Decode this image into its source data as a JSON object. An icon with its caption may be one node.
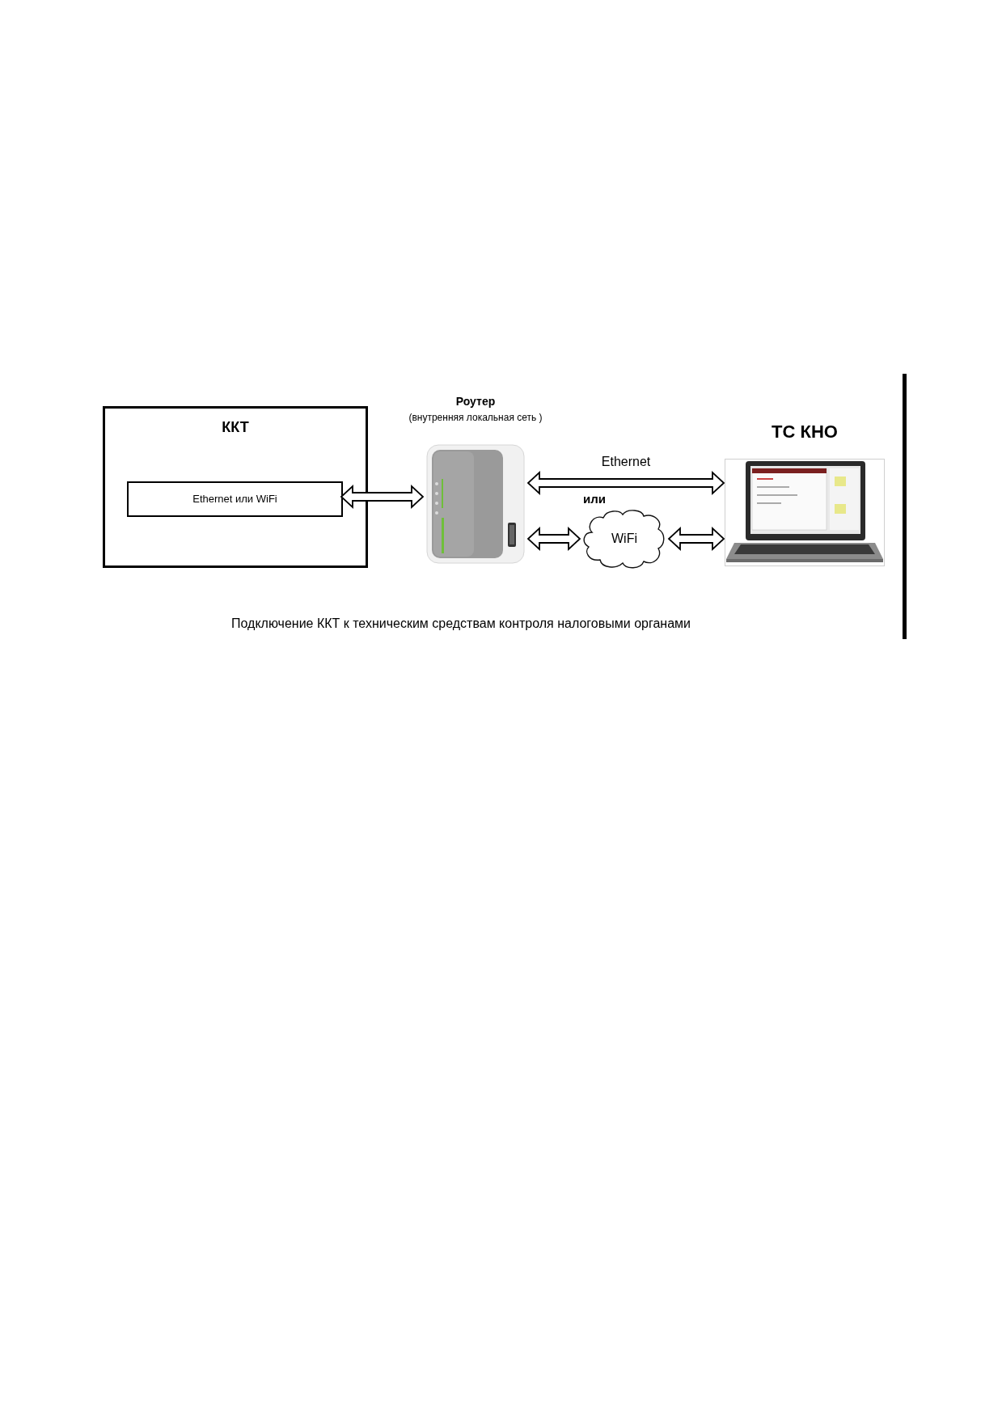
{
  "diagram": {
    "caption": "Подключение ККТ к техническим средствам контроля налоговыми органами",
    "nodes": [
      {
        "text": [
          "ККТ"
        ]
      },
      {
        "text": [
          "Ethernet или WiFi"
        ],
        "in": 0
      },
      {
        "text": [
          "Роутер",
          "(внутренняя локальная сеть )"
        ]
      },
      {
        "text": [
          "ТС КНО"
        ]
      },
      {
        "text": [
          "WiFi"
        ]
      }
    ],
    "edges": [
      {
        "from": 1,
        "to": 2,
        "arrow": "both"
      },
      {
        "from": 2,
        "to": 3,
        "arrow": "both",
        "label": "Ethernet"
      },
      {
        "from": 2,
        "to": 4,
        "arrow": "both"
      },
      {
        "from": 4,
        "to": 3,
        "arrow": "both"
      }
    ],
    "labels": [
      "или"
    ]
  }
}
